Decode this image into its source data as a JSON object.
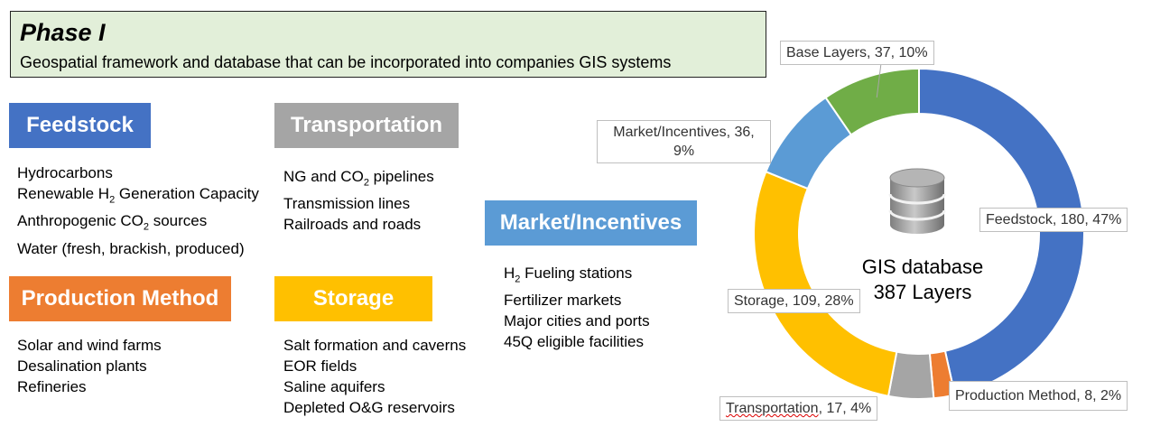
{
  "phase": {
    "title": "Phase I",
    "subtitle": "Geospatial framework and database that can be incorporated into companies GIS systems"
  },
  "categories": {
    "feedstock": {
      "label": "Feedstock",
      "color": "#4472c4",
      "items": [
        {
          "pre": "Hydrocarbons",
          "sub": "",
          "post": ""
        },
        {
          "pre": "Renewable H",
          "sub": "2",
          "post": " Generation Capacity"
        },
        {
          "pre": "Anthropogenic CO",
          "sub": "2",
          "post": " sources"
        },
        {
          "pre": "Water (fresh, brackish, produced)",
          "sub": "",
          "post": ""
        }
      ]
    },
    "transportation": {
      "label": "Transportation",
      "color": "#a5a5a5",
      "items": [
        {
          "pre": "NG and CO",
          "sub": "2",
          "post": " pipelines"
        },
        {
          "pre": "Transmission lines",
          "sub": "",
          "post": ""
        },
        {
          "pre": "Railroads and roads",
          "sub": "",
          "post": ""
        }
      ]
    },
    "market": {
      "label": "Market/Incentives",
      "color": "#5b9bd5",
      "items": [
        {
          "pre": "H",
          "sub": "2",
          "post": " Fueling stations"
        },
        {
          "pre": "Fertilizer markets",
          "sub": "",
          "post": ""
        },
        {
          "pre": "Major cities and ports",
          "sub": "",
          "post": ""
        },
        {
          "pre": "45Q eligible facilities",
          "sub": "",
          "post": ""
        }
      ]
    },
    "production": {
      "label": "Production Method",
      "color": "#ed7d31",
      "items": [
        {
          "pre": "Solar and wind farms",
          "sub": "",
          "post": ""
        },
        {
          "pre": "Desalination plants",
          "sub": "",
          "post": ""
        },
        {
          "pre": "Refineries",
          "sub": "",
          "post": ""
        }
      ]
    },
    "storage": {
      "label": "Storage",
      "color": "#ffc000",
      "items": [
        {
          "pre": "Salt formation and caverns",
          "sub": "",
          "post": ""
        },
        {
          "pre": "EOR fields",
          "sub": "",
          "post": ""
        },
        {
          "pre": "Saline aquifers",
          "sub": "",
          "post": ""
        },
        {
          "pre": "Depleted O&G reservoirs",
          "sub": "",
          "post": ""
        }
      ]
    }
  },
  "chart_data": {
    "type": "pie",
    "variant": "donut",
    "center_line1": "GIS database",
    "center_line2": "387 Layers",
    "slices": [
      {
        "key": "feedstock",
        "name": "Feedstock",
        "value": 180,
        "percent": "47%",
        "color": "#4472c4",
        "label": "Feedstock, 180, 47%"
      },
      {
        "key": "production",
        "name": "Production Method",
        "value": 8,
        "percent": "2%",
        "color": "#ed7d31",
        "label": "Production Method, 8, 2%"
      },
      {
        "key": "transportation",
        "name": "Transportation",
        "value": 17,
        "percent": "4%",
        "color": "#a5a5a5",
        "label_name": "Transportation",
        "label_rest": ", 17, 4%"
      },
      {
        "key": "storage",
        "name": "Storage",
        "value": 109,
        "percent": "28%",
        "color": "#ffc000",
        "label": "Storage, 109, 28%"
      },
      {
        "key": "market",
        "name": "Market/Incentives",
        "value": 36,
        "percent": "9%",
        "color": "#5b9bd5",
        "label_line1": "Market/Incentives, 36,",
        "label_line2": "9%"
      },
      {
        "key": "base",
        "name": "Base Layers",
        "value": 37,
        "percent": "10%",
        "color": "#70ad47",
        "label": "Base Layers, 37, 10%"
      }
    ]
  }
}
